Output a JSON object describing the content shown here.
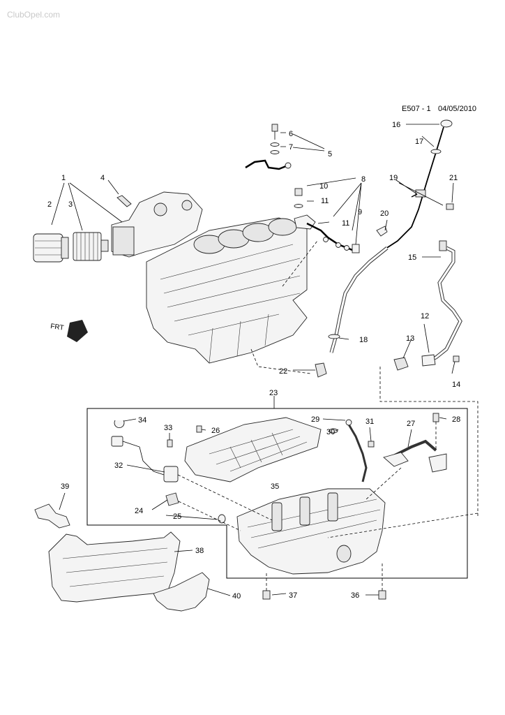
{
  "header": {
    "code": "E507 - 1",
    "date": "04/05/2010"
  },
  "watermark": "ClubOpel.com",
  "front_marker": "FRT",
  "callouts": {
    "c1": "1",
    "c2": "2",
    "c3": "3",
    "c4": "4",
    "c5": "5",
    "c6": "6",
    "c7": "7",
    "c8": "8",
    "c9": "9",
    "c10": "10",
    "c11a": "11",
    "c11b": "11",
    "c12": "12",
    "c13": "13",
    "c14": "14",
    "c15": "15",
    "c16": "16",
    "c17": "17",
    "c18": "18",
    "c19": "19",
    "c20": "20",
    "c21": "21",
    "c22": "22",
    "c23": "23",
    "c24": "24",
    "c25": "25",
    "c26": "26",
    "c27": "27",
    "c28": "28",
    "c29": "29",
    "c30": "30",
    "c31": "31",
    "c32": "32",
    "c33": "33",
    "c34": "34",
    "c35": "35",
    "c36": "36",
    "c37": "37",
    "c38": "38",
    "c39": "39",
    "c40": "40"
  }
}
